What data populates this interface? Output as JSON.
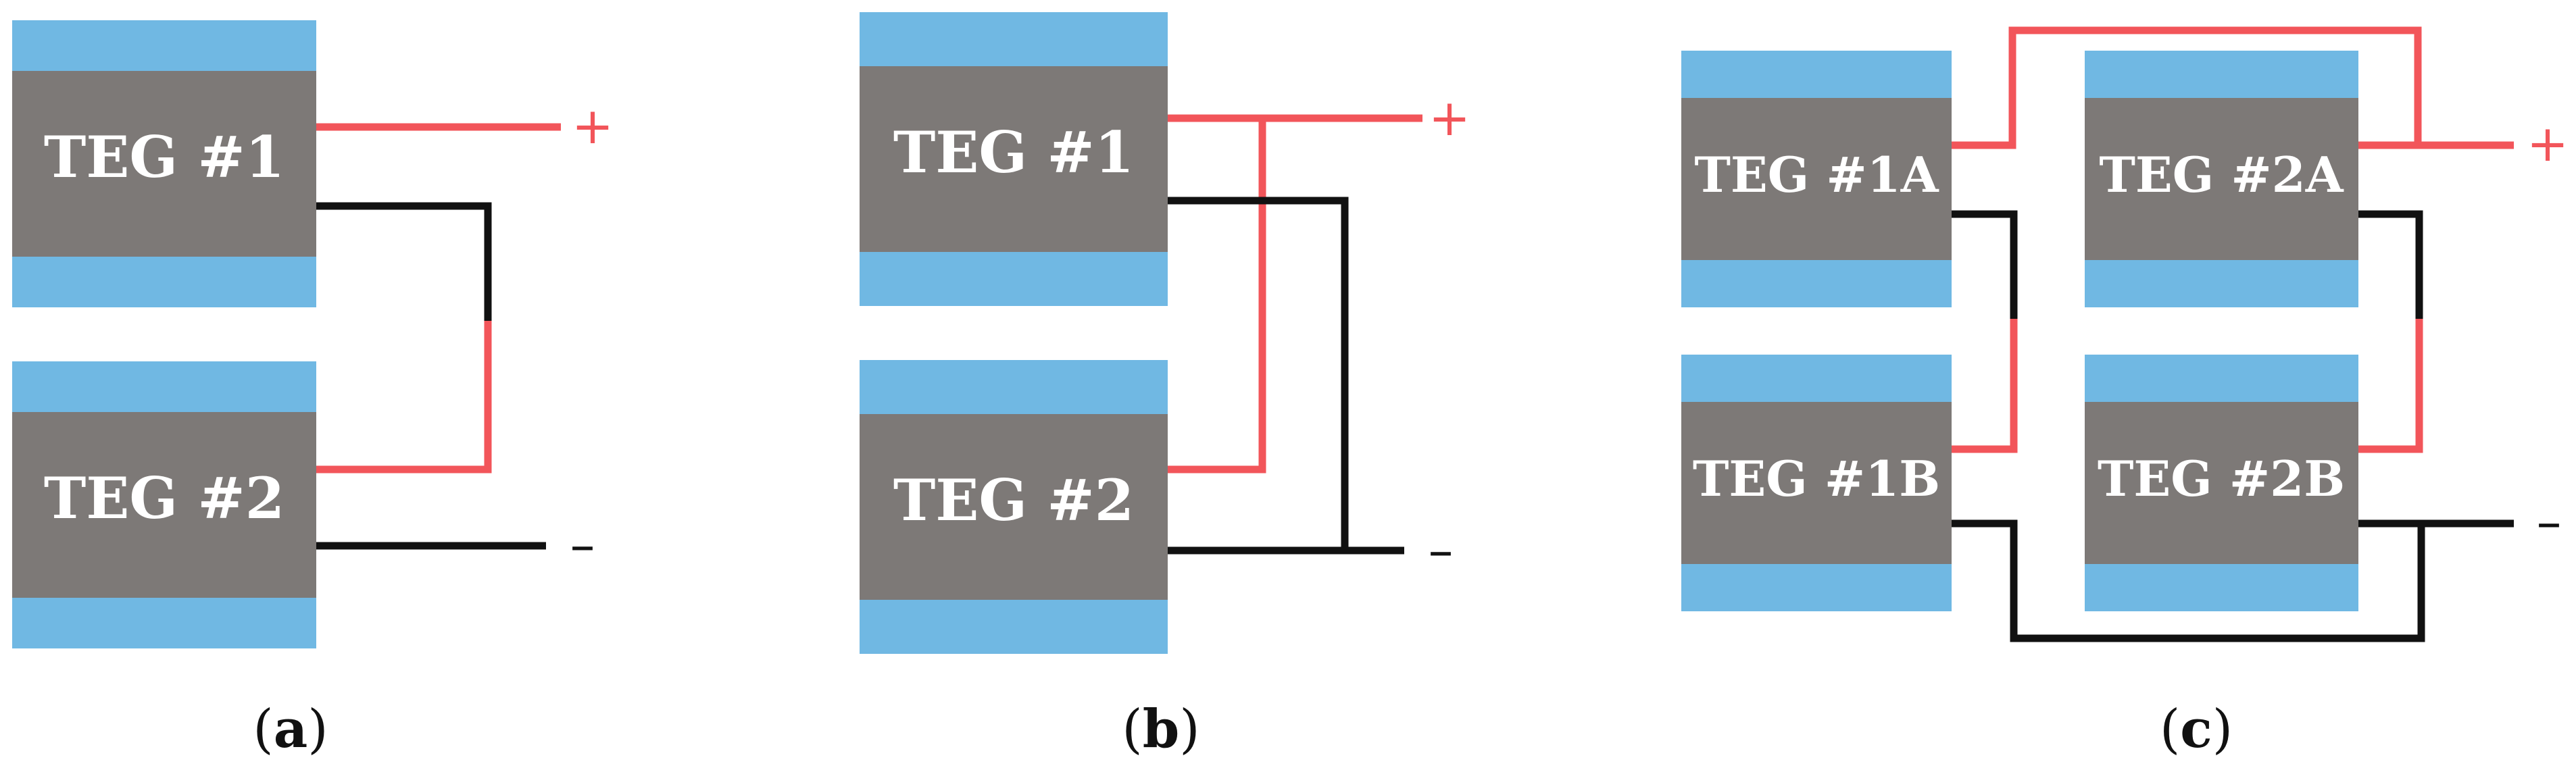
{
  "colors": {
    "plate": "#70b8e3",
    "body": "#7d7977",
    "positive_wire": "#f2555a",
    "negative_wire": "#111111",
    "label": "#ffffff"
  },
  "panels": [
    {
      "id": "a",
      "caption": {
        "open": "(",
        "letter": "a",
        "close": ")"
      },
      "modules": [
        {
          "label": "TEG #1"
        },
        {
          "label": "TEG #2"
        }
      ],
      "terminals": {
        "positive": "+",
        "negative": "–"
      }
    },
    {
      "id": "b",
      "caption": {
        "open": "(",
        "letter": "b",
        "close": ")"
      },
      "modules": [
        {
          "label": "TEG #1"
        },
        {
          "label": "TEG #2"
        }
      ],
      "terminals": {
        "positive": "+",
        "negative": "–"
      }
    },
    {
      "id": "c",
      "caption": {
        "open": "(",
        "letter": "c",
        "close": ")"
      },
      "modules": [
        {
          "label": "TEG #1A"
        },
        {
          "label": "TEG #2A"
        },
        {
          "label": "TEG #1B"
        },
        {
          "label": "TEG #2B"
        }
      ],
      "terminals": {
        "positive": "+",
        "negative": "–"
      }
    }
  ]
}
